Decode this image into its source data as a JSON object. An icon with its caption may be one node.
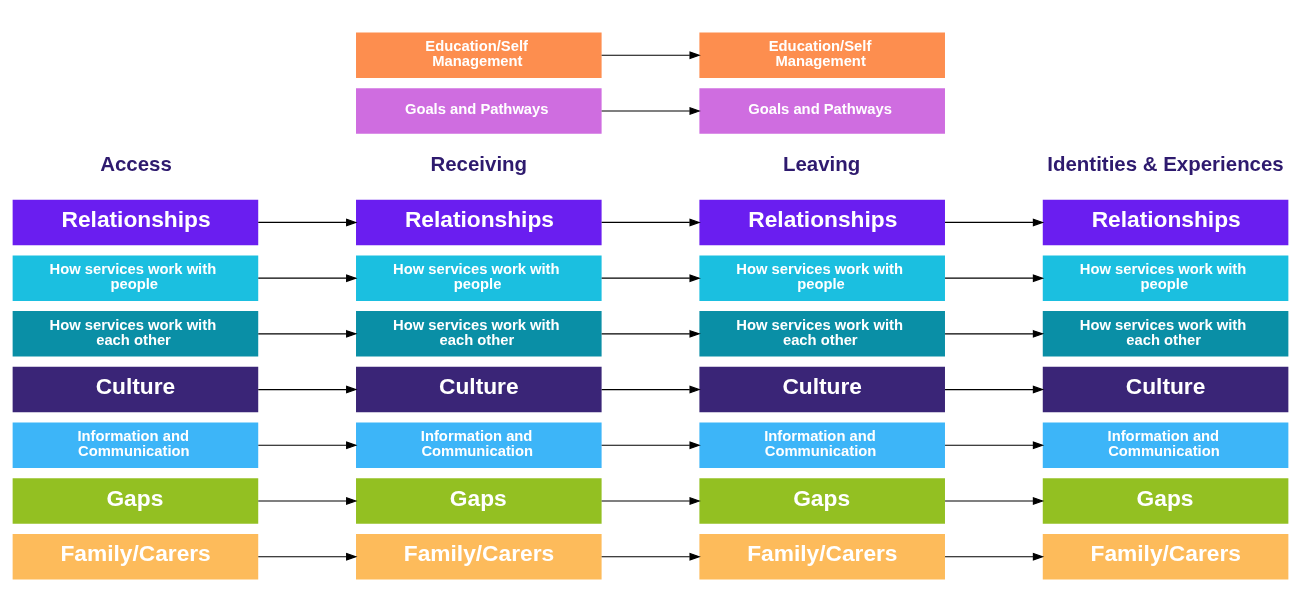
{
  "diagram": {
    "nodes": [
      {
        "text": [
          "Relationships"
        ]
      },
      {
        "text": [
          "How services work with people"
        ]
      },
      {
        "text": [
          "How services work with each other"
        ]
      },
      {
        "text": [
          "Culture"
        ]
      },
      {
        "text": [
          "Information and Communication"
        ]
      },
      {
        "text": [
          "Gaps"
        ]
      },
      {
        "text": [
          "Family/Carers"
        ]
      },
      {
        "text": [
          "Relationships"
        ]
      },
      {
        "text": [
          "How services work with people"
        ]
      },
      {
        "text": [
          "How services work with each other"
        ]
      },
      {
        "text": [
          "Culture"
        ]
      },
      {
        "text": [
          "Information and Communication"
        ]
      },
      {
        "text": [
          "Gaps"
        ]
      },
      {
        "text": [
          "Family/Carers"
        ]
      },
      {
        "text": [
          "Education/Self Management"
        ]
      },
      {
        "text": [
          "Goals and Pathways"
        ]
      },
      {
        "text": [
          "Relationships"
        ]
      },
      {
        "text": [
          "How services work with people"
        ]
      },
      {
        "text": [
          "How services work with each other"
        ]
      },
      {
        "text": [
          "Culture"
        ]
      },
      {
        "text": [
          "Information and Communication"
        ]
      },
      {
        "text": [
          "Gaps"
        ]
      },
      {
        "text": [
          "Family/Carers"
        ]
      },
      {
        "text": [
          "Education/Self Management"
        ]
      },
      {
        "text": [
          "Goals and Pathways"
        ]
      },
      {
        "text": [
          "Relationships"
        ]
      },
      {
        "text": [
          "How services work with people"
        ]
      },
      {
        "text": [
          "How services work with each other"
        ]
      },
      {
        "text": [
          "Culture"
        ]
      },
      {
        "text": [
          "Information and Communication"
        ]
      },
      {
        "text": [
          "Gaps"
        ]
      },
      {
        "text": [
          "Family/Carers"
        ]
      }
    ],
    "edges": [
      {
        "from": 0,
        "to": 7,
        "arrow": "to"
      },
      {
        "from": 1,
        "to": 8,
        "arrow": "to"
      },
      {
        "from": 2,
        "to": 9,
        "arrow": "to"
      },
      {
        "from": 3,
        "to": 10,
        "arrow": "to"
      },
      {
        "from": 4,
        "to": 11,
        "arrow": "to"
      },
      {
        "from": 5,
        "to": 12,
        "arrow": "to"
      },
      {
        "from": 6,
        "to": 13,
        "arrow": "to"
      },
      {
        "from": 7,
        "to": 16,
        "arrow": "to"
      },
      {
        "from": 8,
        "to": 17,
        "arrow": "to"
      },
      {
        "from": 9,
        "to": 18,
        "arrow": "to"
      },
      {
        "from": 10,
        "to": 19,
        "arrow": "to"
      },
      {
        "from": 11,
        "to": 20,
        "arrow": "to"
      },
      {
        "from": 12,
        "to": 21,
        "arrow": "to"
      },
      {
        "from": 13,
        "to": 22,
        "arrow": "to"
      },
      {
        "from": 14,
        "to": 23,
        "arrow": "to"
      },
      {
        "from": 15,
        "to": 24,
        "arrow": "to"
      },
      {
        "from": 16,
        "to": 25,
        "arrow": "to"
      },
      {
        "from": 17,
        "to": 26,
        "arrow": "to"
      },
      {
        "from": 18,
        "to": 27,
        "arrow": "to"
      },
      {
        "from": 19,
        "to": 28,
        "arrow": "to"
      },
      {
        "from": 20,
        "to": 29,
        "arrow": "to"
      },
      {
        "from": 21,
        "to": 30,
        "arrow": "to"
      },
      {
        "from": 22,
        "to": 31,
        "arrow": "to"
      }
    ],
    "labels": [
      "Access",
      "Receiving",
      "Leaving",
      "Identities & Experiences"
    ]
  }
}
